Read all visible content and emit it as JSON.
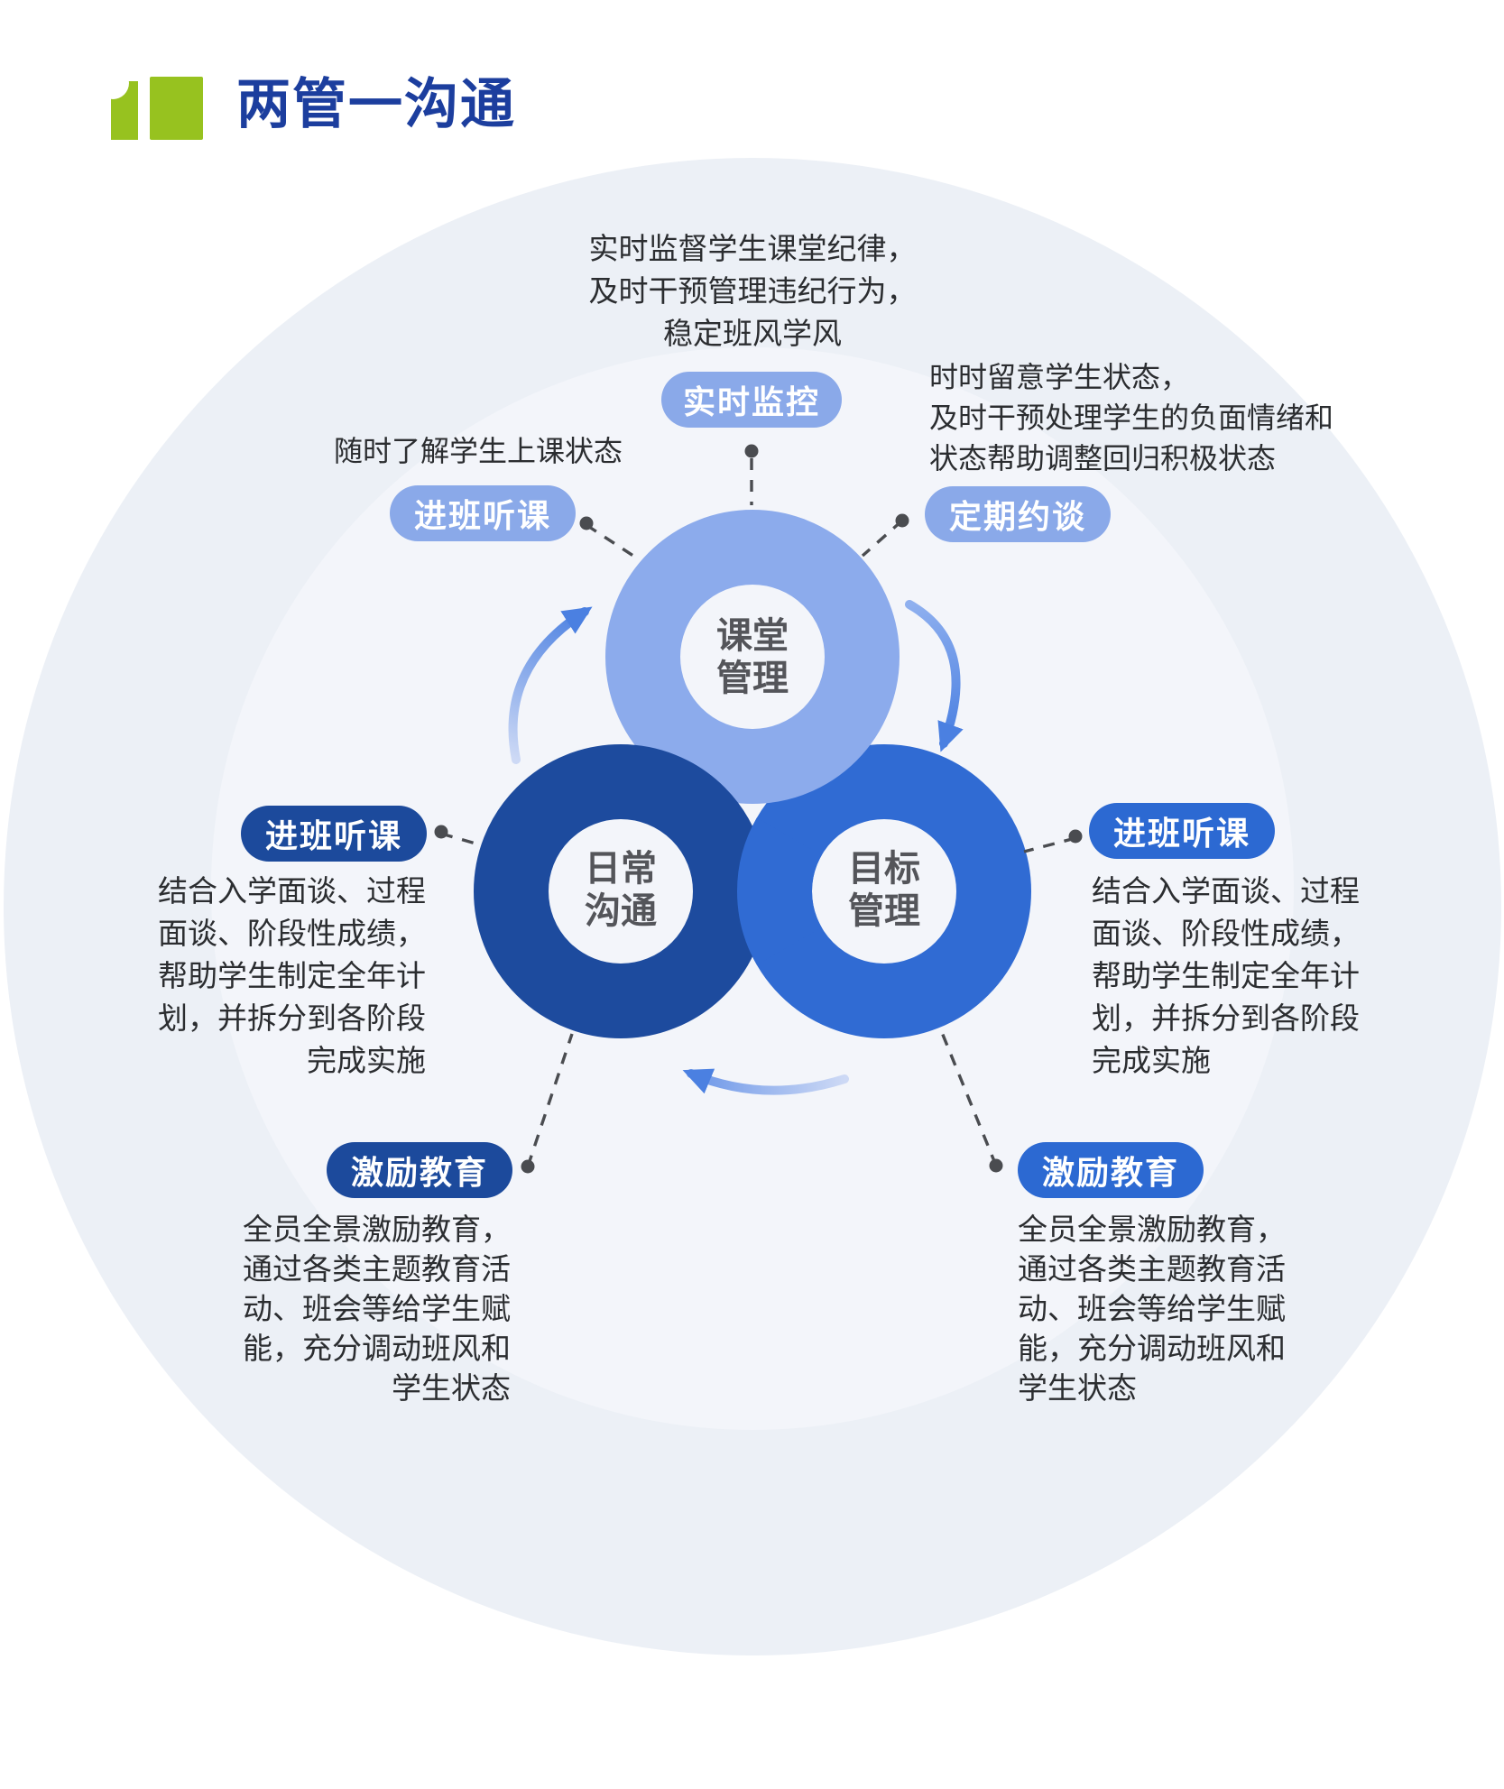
{
  "title": "两管一沟通",
  "colors": {
    "brand_green": "#97c21f",
    "title_blue": "#1c3e9e",
    "ring_light": "#8cabec",
    "ring_navy": "#1d4b9e",
    "ring_medium": "#306bd3",
    "pill_light": "#8aa9e9",
    "pill_navy": "#1c4a9c",
    "pill_medium": "#2c69d2",
    "text_dark": "#2b2d30",
    "dash_gray": "#4a4c50",
    "arrow_blue": "#4b80e1"
  },
  "rings": {
    "classroom": {
      "lines": [
        "课堂",
        "管理"
      ]
    },
    "daily": {
      "lines": [
        "日常",
        "沟通"
      ]
    },
    "goal": {
      "lines": [
        "目标",
        "管理"
      ]
    }
  },
  "callouts": {
    "top": {
      "pill": "实时监控",
      "note": [
        "实时监督学生课堂纪律，",
        "及时干预管理违纪行为，",
        "稳定班风学风"
      ]
    },
    "top_left": {
      "pill": "进班听课",
      "note": [
        "随时了解学生上课状态"
      ]
    },
    "top_right": {
      "pill": "定期约谈",
      "note": [
        "时时留意学生状态，",
        "及时干预处理学生的负面情绪和",
        "状态帮助调整回归积极状态"
      ]
    },
    "mid_left": {
      "pill": "进班听课",
      "note": [
        "结合入学面谈、过程",
        "面谈、阶段性成绩，",
        "帮助学生制定全年计",
        "划，并拆分到各阶段",
        "完成实施"
      ]
    },
    "mid_right": {
      "pill": "进班听课",
      "note": [
        "结合入学面谈、过程",
        "面谈、阶段性成绩，",
        "帮助学生制定全年计",
        "划，并拆分到各阶段",
        "完成实施"
      ]
    },
    "bottom_left": {
      "pill": "激励教育",
      "note": [
        "全员全景激励教育，",
        "通过各类主题教育活",
        "动、班会等给学生赋",
        "能，充分调动班风和",
        "学生状态"
      ]
    },
    "bottom_right": {
      "pill": "激励教育",
      "note": [
        "全员全景激励教育，",
        "通过各类主题教育活",
        "动、班会等给学生赋",
        "能，充分调动班风和",
        "学生状态"
      ]
    }
  }
}
